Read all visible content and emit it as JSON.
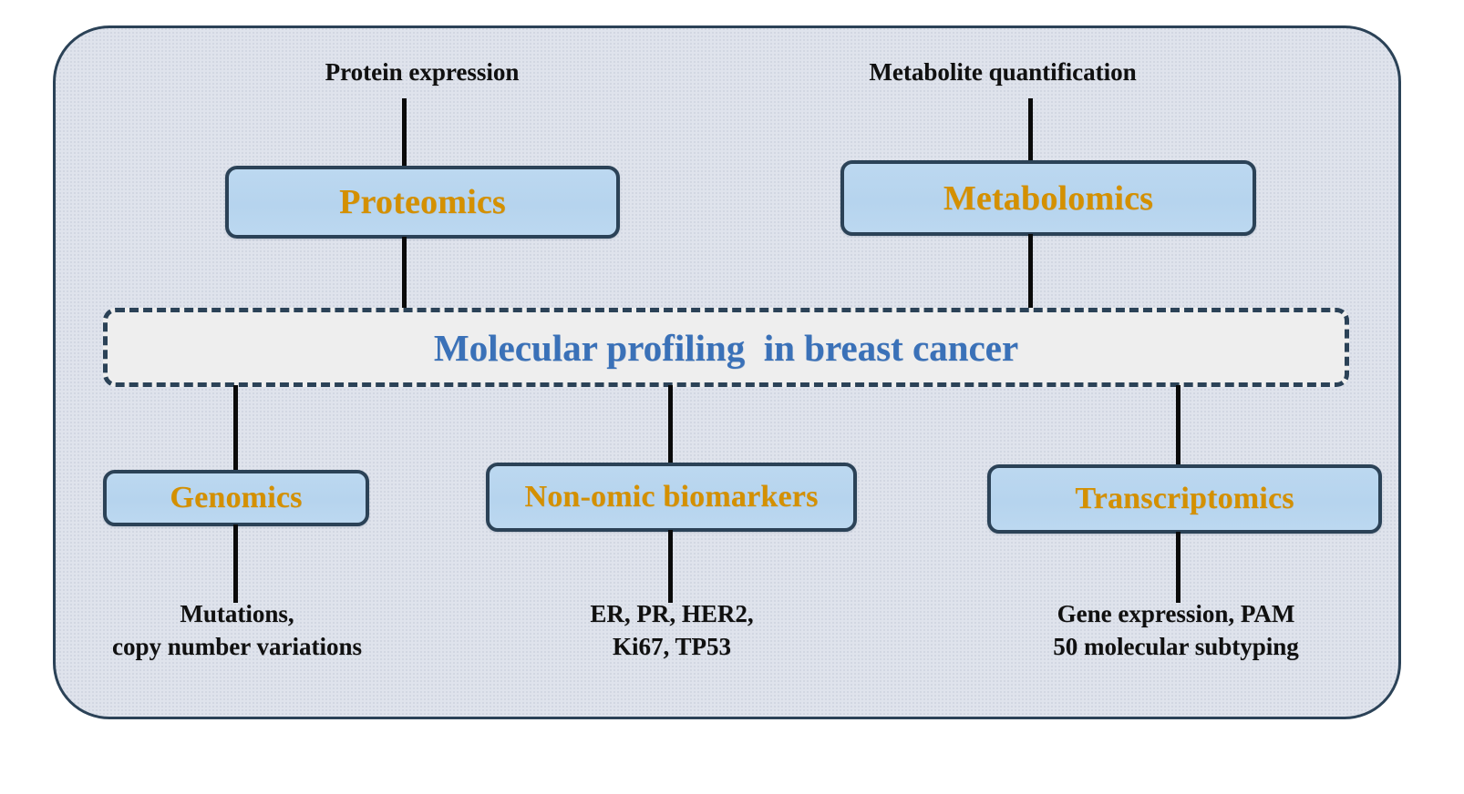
{
  "diagram": {
    "center": {
      "title": "Molecular profiling  in breast cancer"
    },
    "top_nodes": [
      {
        "id": "proteomics",
        "label": "Proteomics",
        "caption": "Protein expression"
      },
      {
        "id": "metabolomics",
        "label": "Metabolomics",
        "caption": "Metabolite quantification"
      }
    ],
    "bottom_nodes": [
      {
        "id": "genomics",
        "label": "Genomics",
        "caption": "Mutations,\ncopy number variations"
      },
      {
        "id": "non-omic-biomarkers",
        "label": "Non-omic biomarkers",
        "caption": "ER, PR, HER2,\nKi67, TP53"
      },
      {
        "id": "transcriptomics",
        "label": "Transcriptomics",
        "caption": "Gene expression, PAM\n50 molecular subtyping"
      }
    ],
    "colors": {
      "box_fill": "#b9d6ef",
      "box_border": "#2b4257",
      "node_label": "#d49000",
      "center_title": "#3a71b8",
      "center_fill": "#eeeeee",
      "frame_fill": "#dfe3ec",
      "caption_text": "#101010",
      "connector": "#0a0a0a"
    }
  }
}
